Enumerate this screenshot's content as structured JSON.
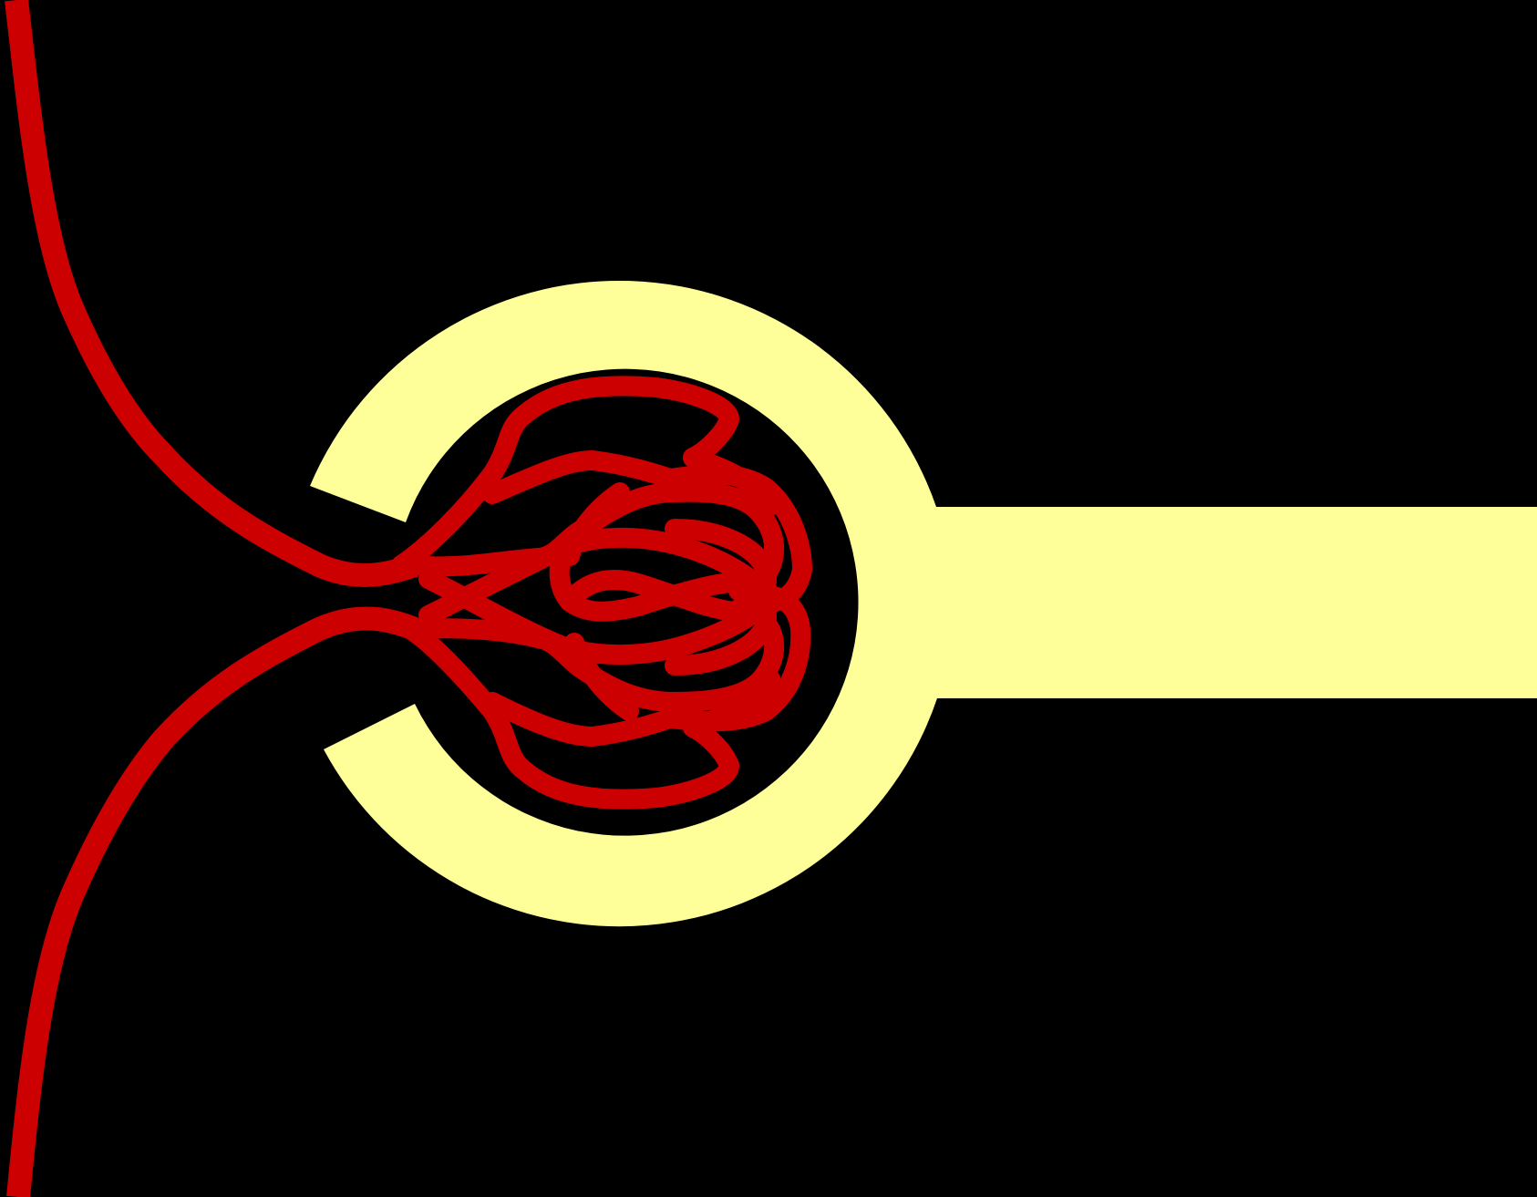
{
  "diagram": {
    "background_color": "#000000",
    "capsule_color": "#ffff99",
    "vessel_color": "#cc0000",
    "parts": [
      "bowman-capsule",
      "proximal-tubule",
      "afferent-arteriole",
      "efferent-arteriole",
      "glomerular-capillary-tuft"
    ]
  }
}
